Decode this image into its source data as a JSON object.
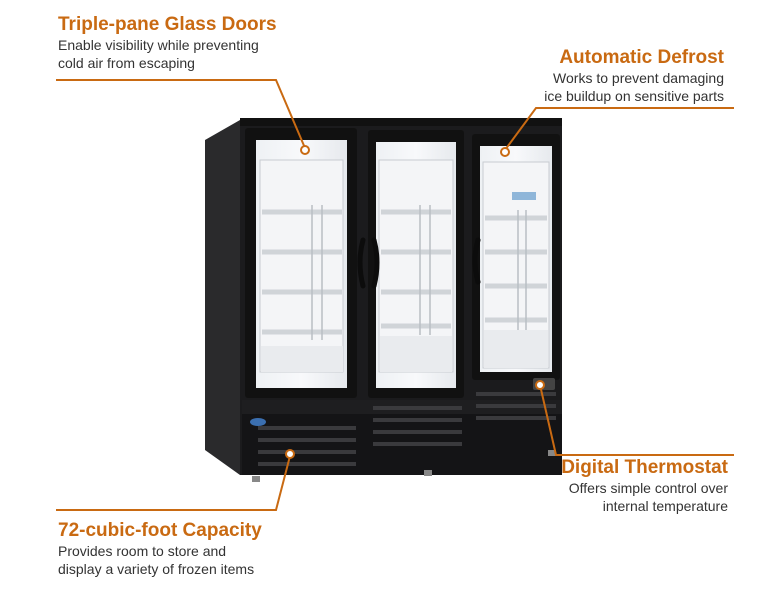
{
  "colors": {
    "accent": "#c96a12",
    "cabinet": "#1b1b1d",
    "text": "#333333"
  },
  "callouts": {
    "glass": {
      "title": "Triple-pane Glass Doors",
      "lines": [
        "Enable visibility while preventing",
        "cold air from escaping"
      ]
    },
    "defrost": {
      "title": "Automatic Defrost",
      "lines": [
        "Works to prevent damaging",
        "ice buildup on sensitive parts"
      ]
    },
    "thermostat": {
      "title": "Digital Thermostat",
      "lines": [
        "Offers simple control over",
        "internal temperature"
      ]
    },
    "capacity": {
      "title": "72-cubic-foot Capacity",
      "lines": [
        "Provides room to store and",
        "display a variety of frozen items"
      ]
    }
  },
  "product": {
    "icon": "three-door-glass-freezer"
  }
}
